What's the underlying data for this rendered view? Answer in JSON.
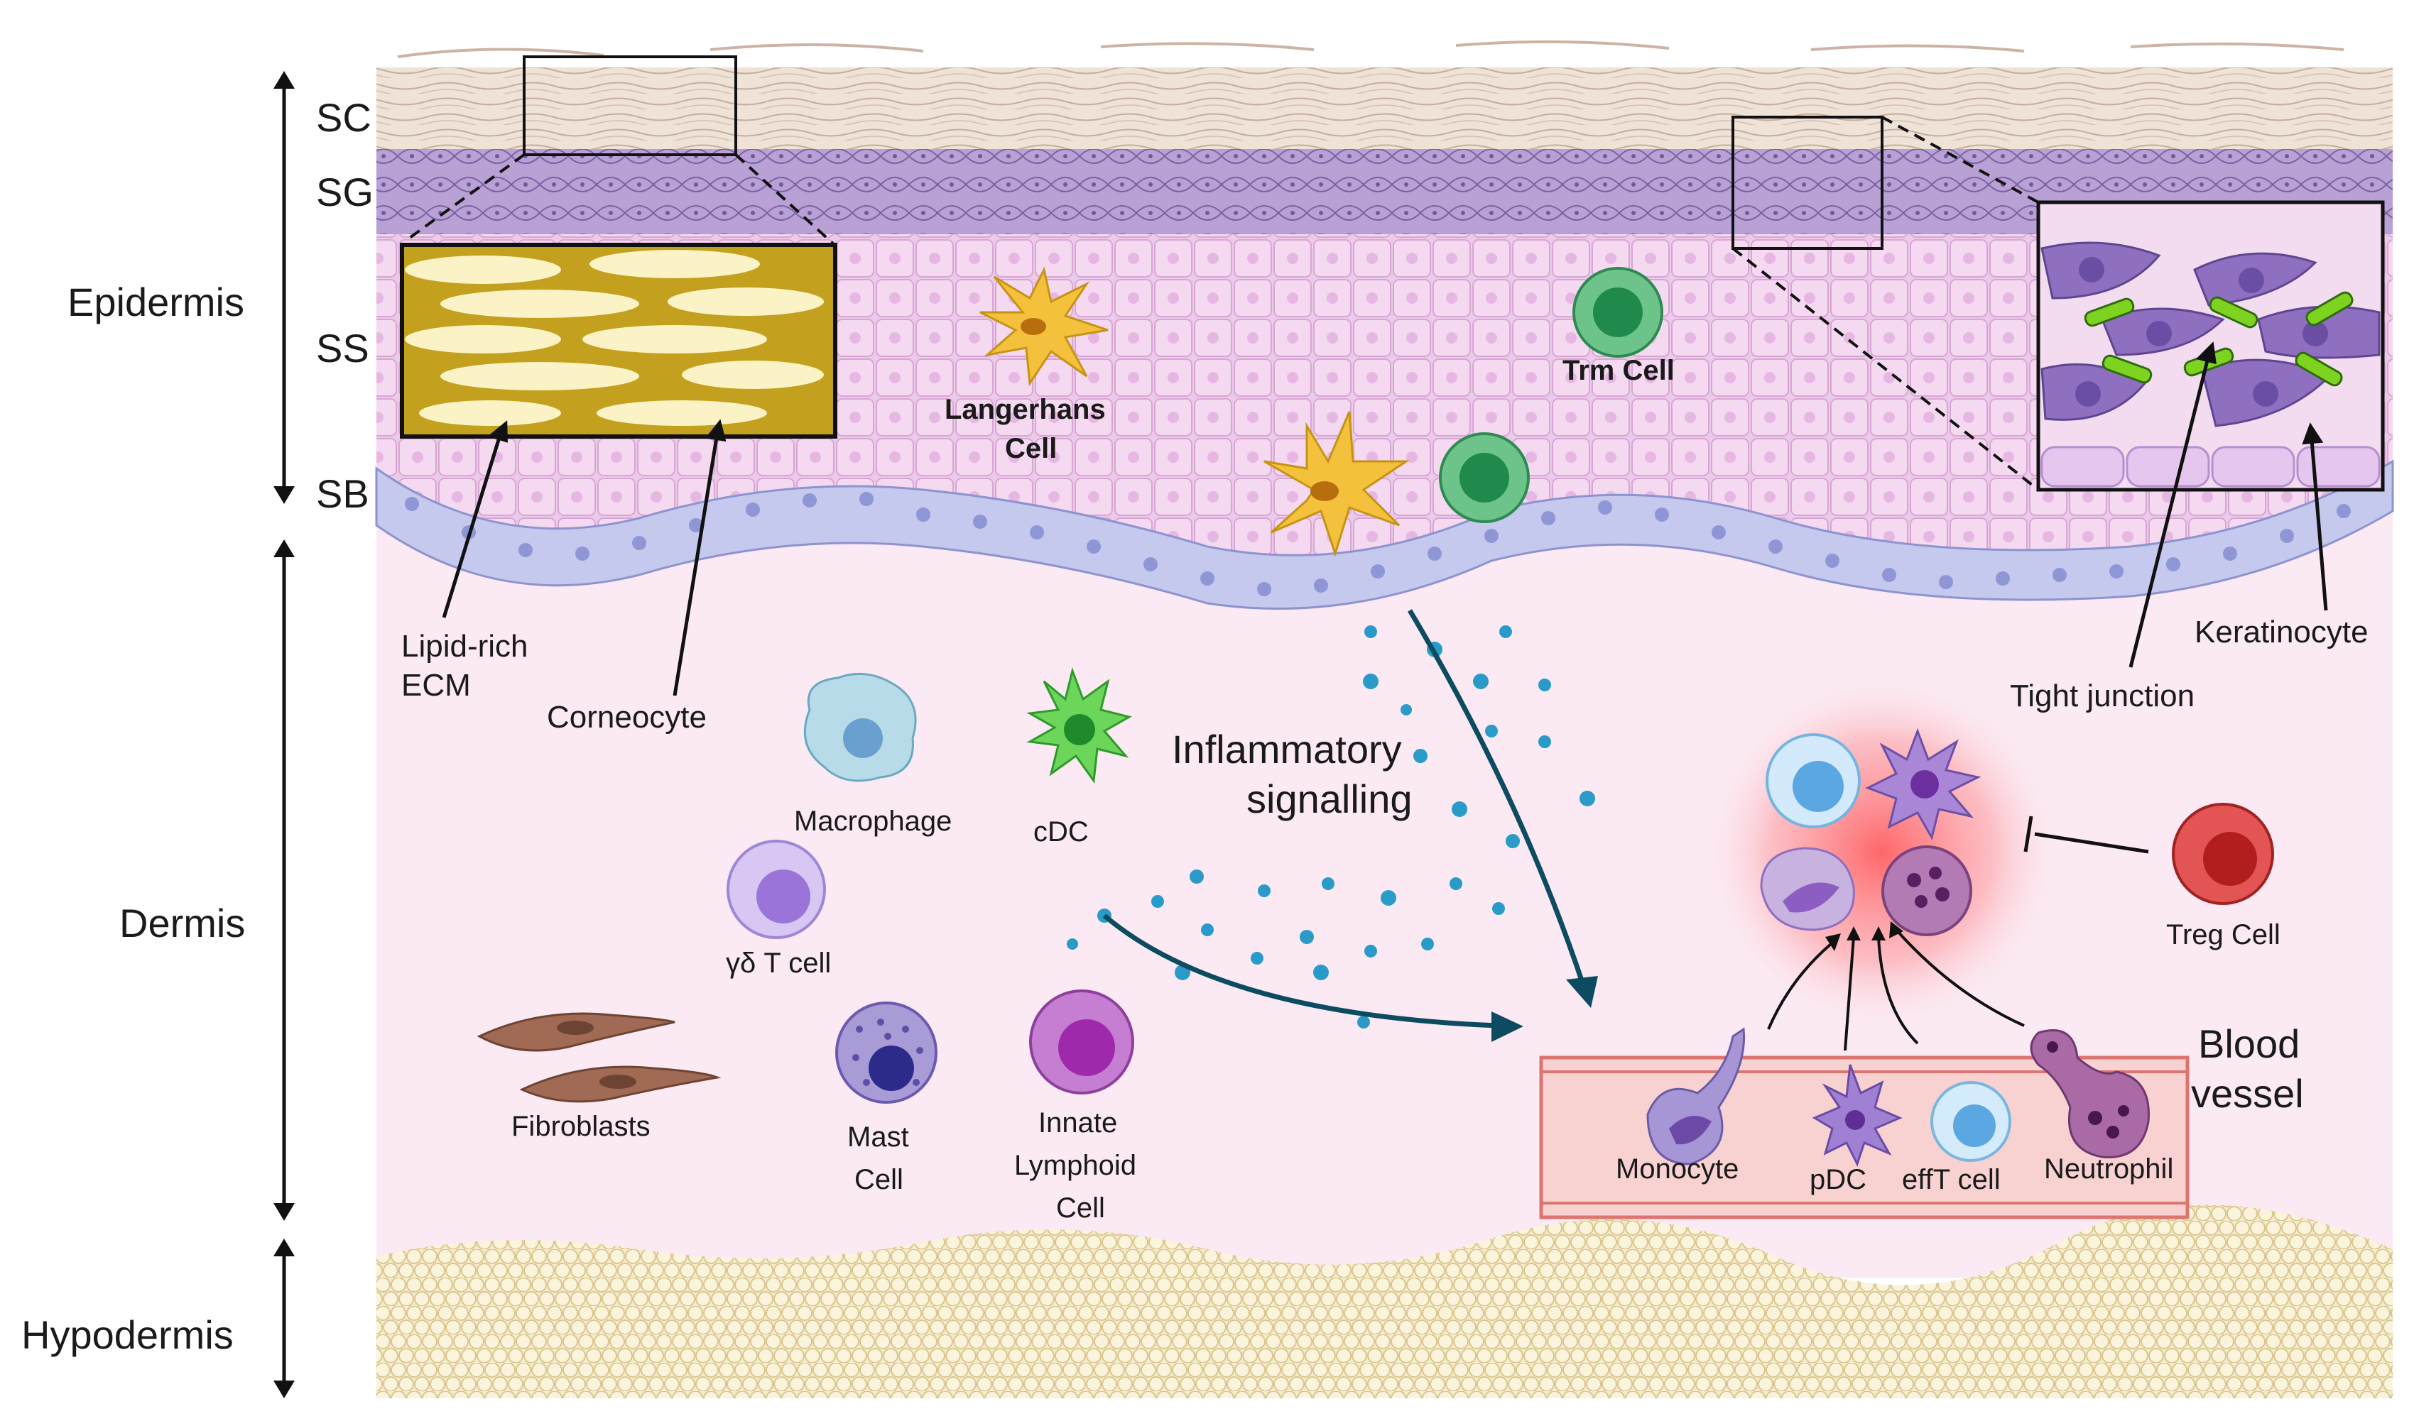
{
  "layers": {
    "epidermis": "Epidermis",
    "dermis": "Dermis",
    "hypodermis": "Hypodermis",
    "sc": "SC",
    "sg": "SG",
    "ss": "SS",
    "sb": "SB"
  },
  "labels": {
    "lipid_ecm_1": "Lipid-rich",
    "lipid_ecm_2": "ECM",
    "corneocyte": "Corneocyte",
    "langerhans_1": "Langerhans",
    "langerhans_2": "Cell",
    "trm": "Trm Cell",
    "keratinocyte": "Keratinocyte",
    "tight_junction": "Tight junction",
    "inflammatory_1": "Inflammatory",
    "inflammatory_2": "signalling",
    "macrophage": "Macrophage",
    "cdc": "cDC",
    "gd_t": "γδ T cell",
    "fibroblasts": "Fibroblasts",
    "mast_1": "Mast",
    "mast_2": "Cell",
    "ilc_1": "Innate",
    "ilc_2": "Lymphoid",
    "ilc_3": "Cell",
    "treg": "Treg Cell",
    "blood_1": "Blood",
    "blood_2": "vessel",
    "monocyte": "Monocyte",
    "pdc": "pDC",
    "efft": "effT cell",
    "neutrophil": "Neutrophil"
  },
  "colors": {
    "stratum_corneum": "#ead9cd",
    "stratum_granulosum": "#a58ac7",
    "spinosum": "#ecc8ea",
    "basale": "#c9cdee",
    "dermis": "#fbe9f3",
    "hypodermis": "#f1e3b8",
    "corneocyte_box": "#c9a21d",
    "langerhans": "#f3c13c",
    "trm": "#34a361",
    "treg": "#d83434",
    "vessel": "#f7c4c2",
    "arrow": "#0d4b61",
    "inflammation": "#ff5050"
  }
}
